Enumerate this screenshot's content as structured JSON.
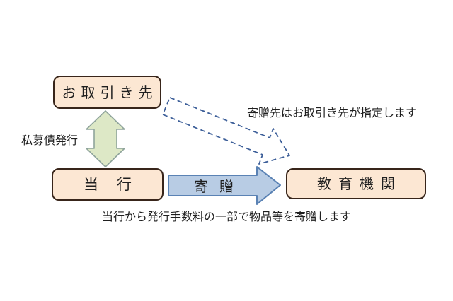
{
  "diagram": {
    "nodes": {
      "client": {
        "label": "お取引き先"
      },
      "bank": {
        "label": "当行"
      },
      "institution": {
        "label": "教育機関"
      }
    },
    "labels": {
      "private_bond": "私募債発行",
      "donation": "寄贈",
      "designation_note": "寄贈先はお取引き先が指定します",
      "bottom_note": "当行から発行手数料の一部で物品等を寄贈します"
    }
  },
  "colors": {
    "text_color": "#1f1f1f",
    "box_fill": "#fce7d3",
    "box_border": "#38251a",
    "green_arrow_fill": "#dde8c6",
    "green_arrow_border": "#8fa49b",
    "blue_arrow_fill": "#b8cce4",
    "blue_arrow_border": "#5a82b4",
    "dashed_arrow_color": "#3d5f99"
  }
}
